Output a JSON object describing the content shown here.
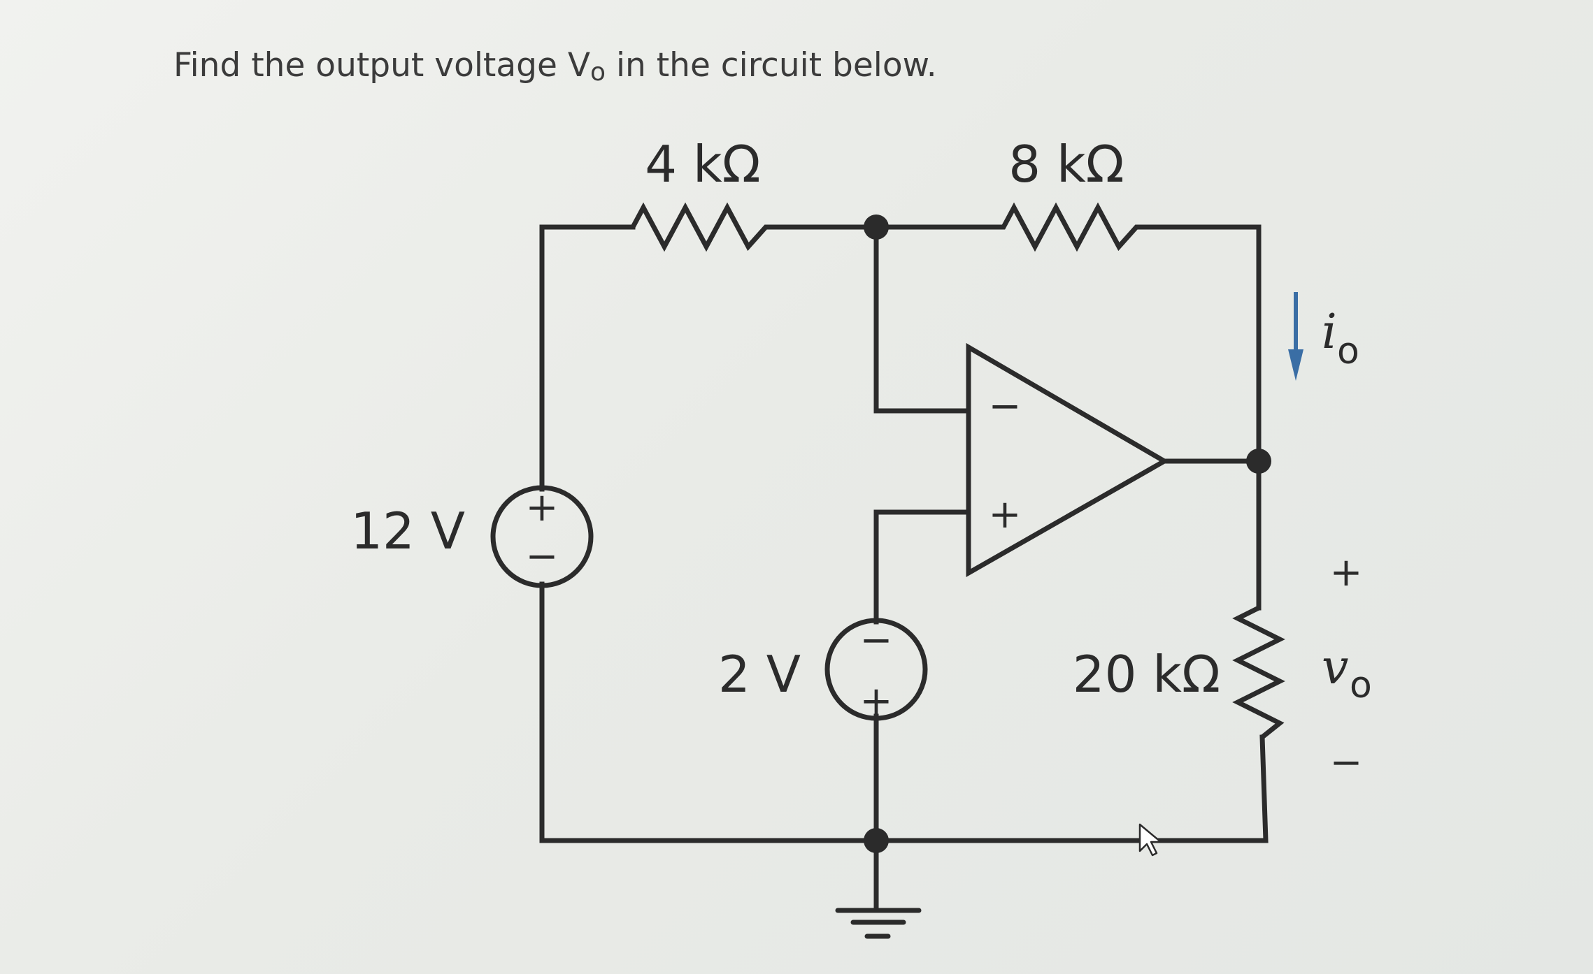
{
  "question": {
    "text_before": "Find the output voltage V",
    "subscript": "o",
    "text_after": " in the circuit below."
  },
  "circuit": {
    "resistors": {
      "r_4k": "4 kΩ",
      "r_8k": "8 kΩ",
      "r_20k": "20 kΩ"
    },
    "sources": {
      "v_12": "12 V",
      "v_2": "2 V"
    },
    "opamp": {
      "inverting": "−",
      "noninverting": "+"
    },
    "source_signs": {
      "plus": "+",
      "minus": "−"
    },
    "output": {
      "current_var": "i",
      "current_sub": "o",
      "voltage_var": "v",
      "voltage_sub": "o",
      "plus": "+",
      "minus": "−"
    },
    "colors": {
      "wire": "#2b2b2b",
      "current_arrow": "#3a6ea5"
    }
  }
}
